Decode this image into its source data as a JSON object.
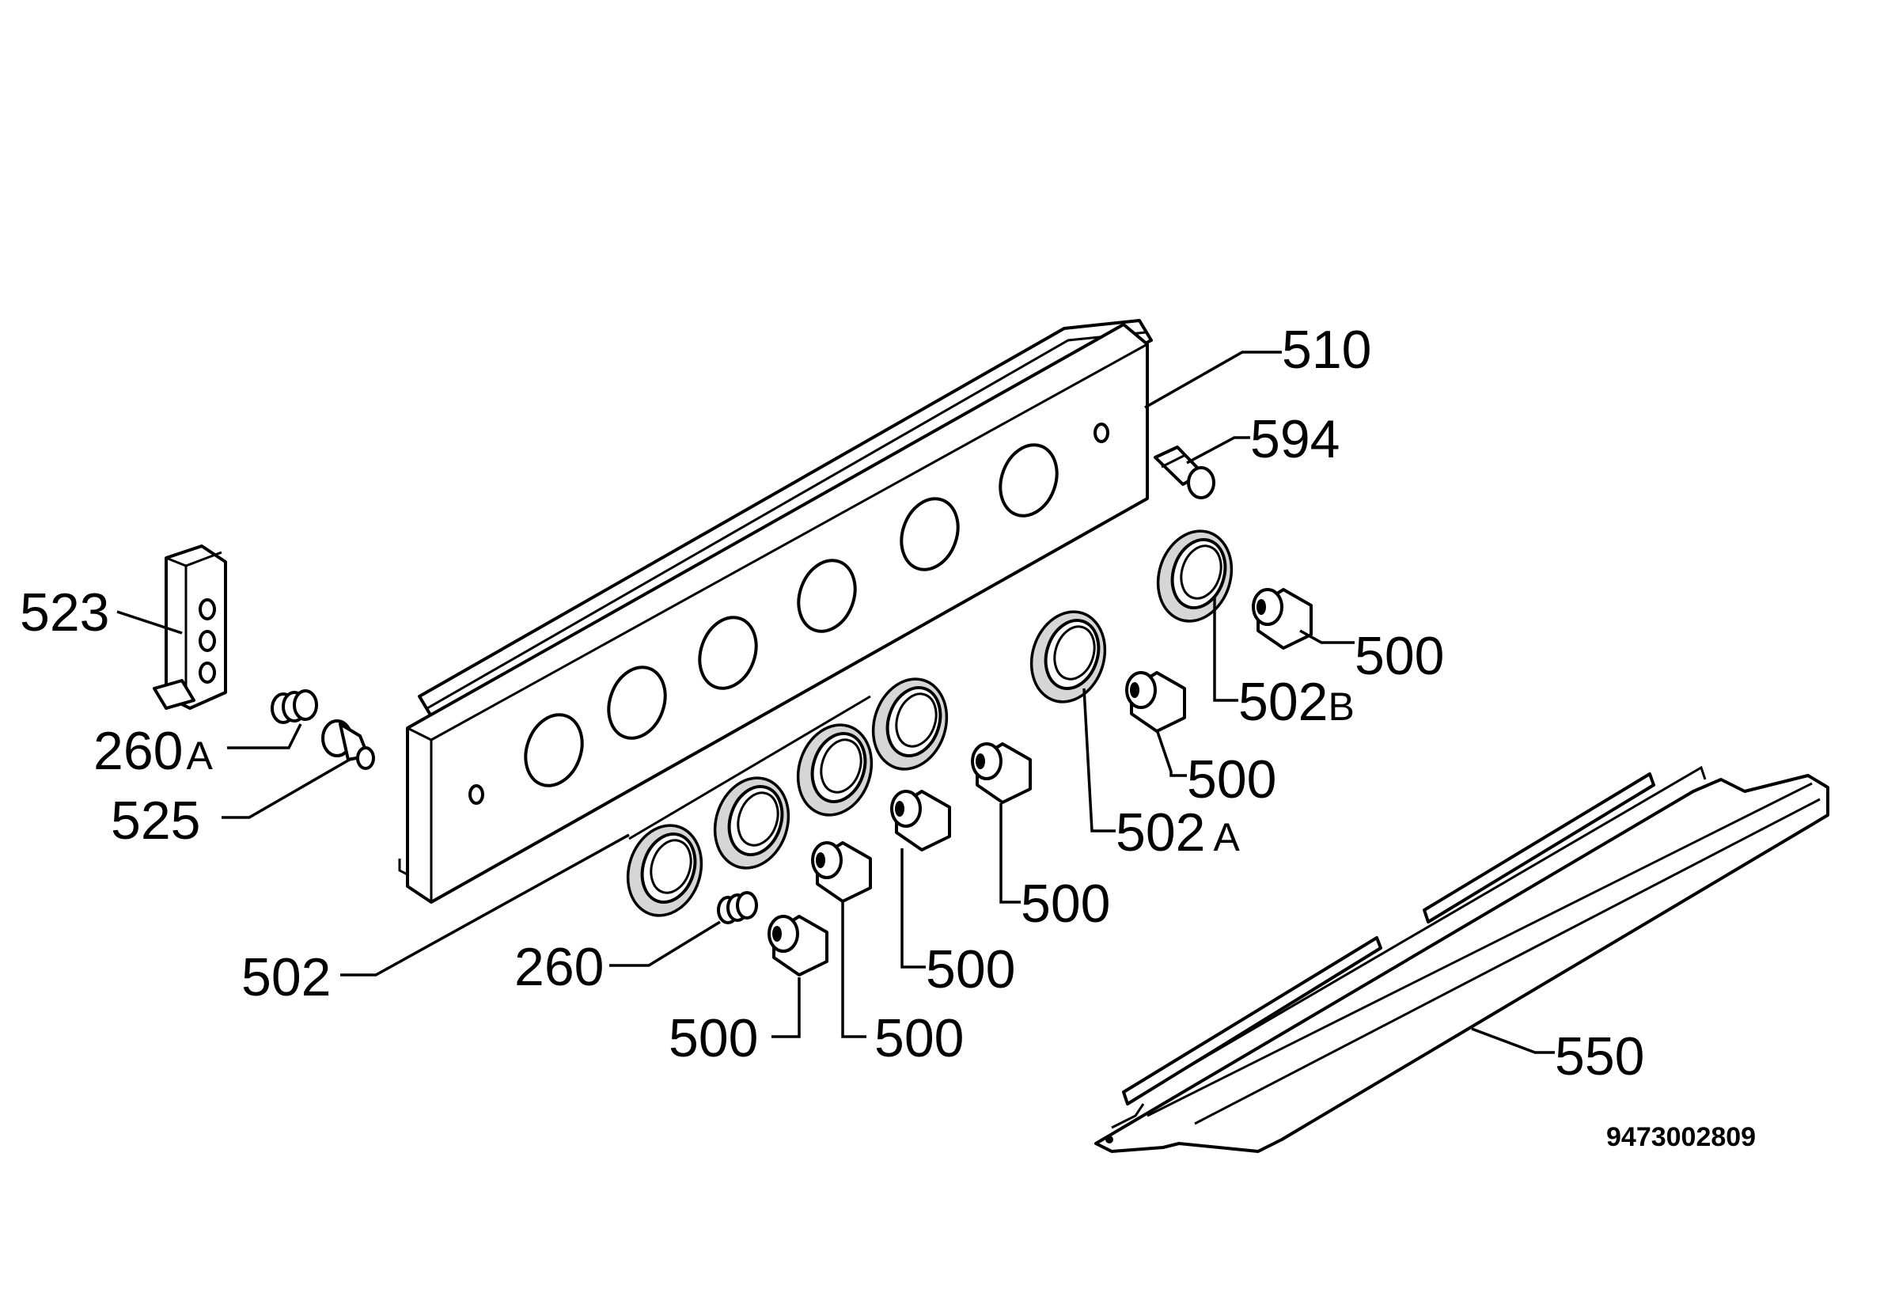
{
  "labels": {
    "p510": "510",
    "p594": "594",
    "p523": "523",
    "p500": "500",
    "p502b_num": "502",
    "p502b_suffix": "B",
    "p260a_num": "260",
    "p260a_suffix": "A",
    "p525": "525",
    "p502a_num": "502",
    "p502a_suffix": "A",
    "p502": "502",
    "p260": "260",
    "p550": "550"
  },
  "doc_id": "9473002809"
}
